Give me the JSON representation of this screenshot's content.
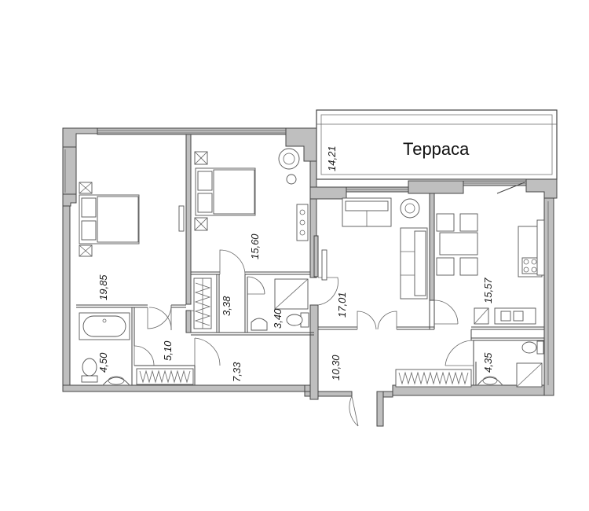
{
  "terrace": {
    "label": "Терраса",
    "area": "14,21"
  },
  "rooms": {
    "bedroom_left": "19,85",
    "bedroom_right": "15,60",
    "wardrobe": "3,38",
    "bath_small": "3,40",
    "living": "17,01",
    "kitchen": "15,57",
    "bath_left": "4,50",
    "corridor_left": "5,10",
    "hall": "7,33",
    "entrance": "10,30",
    "bath_right": "4,35"
  },
  "colors": {
    "wall_fill": "#bfbfbf",
    "outline": "#444444",
    "background": "#ffffff"
  }
}
